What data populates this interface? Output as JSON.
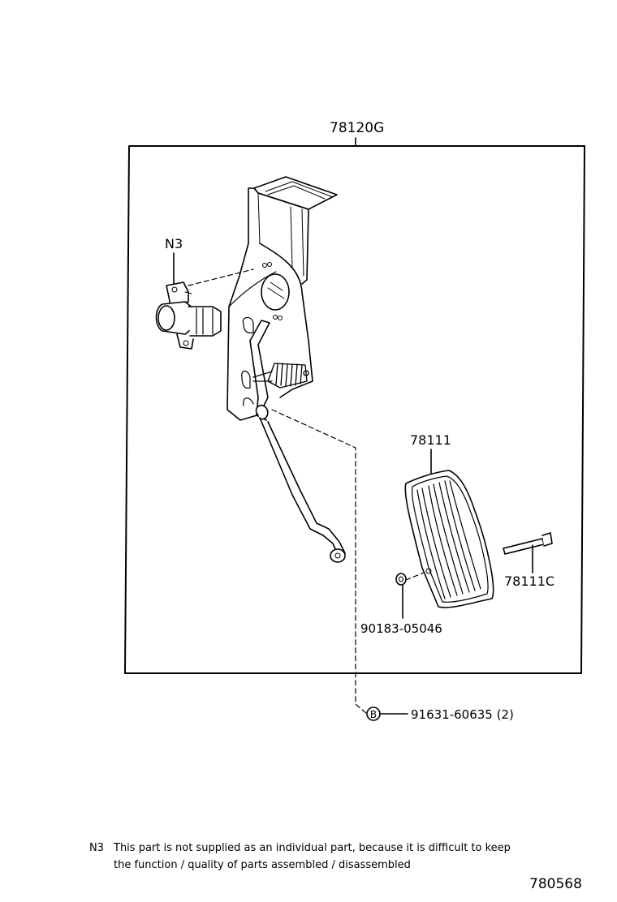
{
  "assembly": {
    "part_number": "78120G"
  },
  "parts": {
    "sensor": {
      "label": "N3"
    },
    "pedal_pad": {
      "label": "78111"
    },
    "pad_pin": {
      "label": "78111C"
    },
    "washer": {
      "label": "90183-05046"
    },
    "bolt": {
      "symbol": "B",
      "label": "91631-60635 (2)"
    }
  },
  "footnote": {
    "code": "N3",
    "line1": "This part is not supplied as an individual part, because it is difficult to keep",
    "line2": "the function / quality of parts assembled / disassembled"
  },
  "figure_number": "780568"
}
